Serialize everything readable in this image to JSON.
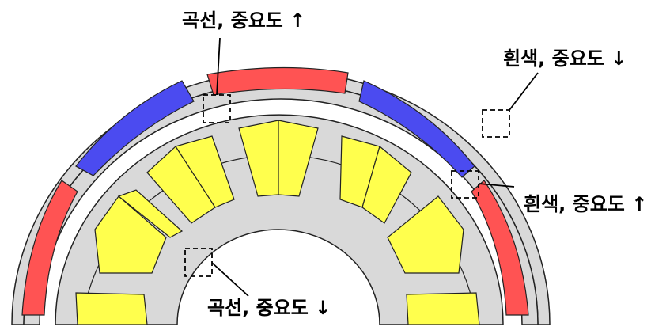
{
  "annotations": [
    {
      "id": "curve-up",
      "text": "곡선, 중요도 ↑"
    },
    {
      "id": "white-down",
      "text": "흰색, 중요도 ↓"
    },
    {
      "id": "white-up",
      "text": "흰색, 중요도 ↑"
    },
    {
      "id": "curve-down",
      "text": "곡선, 중요도 ↓"
    }
  ],
  "colors": {
    "core": "#d9d9d9",
    "magnet_red": "#ff5353",
    "magnet_blue": "#4b4bf0",
    "coil_yellow": "#ffff4d"
  }
}
